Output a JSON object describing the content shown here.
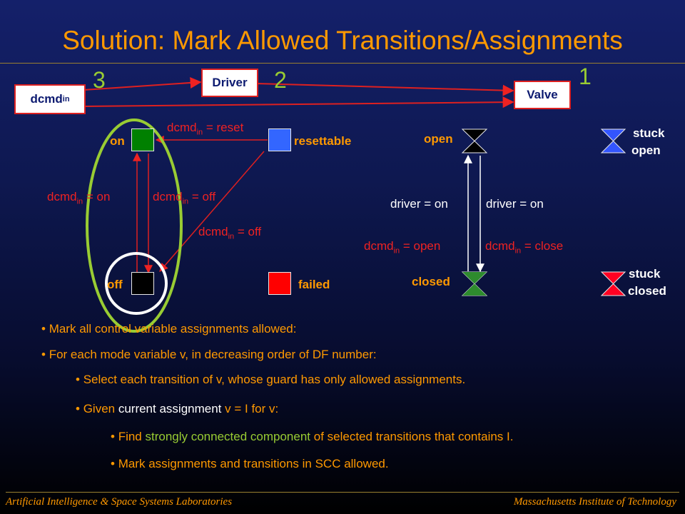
{
  "title": "Solution: Mark Allowed Transitions/Assignments",
  "components": {
    "dcmd": {
      "label": "dcmd",
      "sub": "in"
    },
    "driver": {
      "label": "Driver"
    },
    "valve": {
      "label": "Valve"
    }
  },
  "df_numbers": {
    "dcmd": "3",
    "driver": "2",
    "valve": "1"
  },
  "driver_modes": {
    "on": "on",
    "resettable": "resettable",
    "off": "off",
    "failed": "failed"
  },
  "driver_transitions": {
    "reset": {
      "var": "dcmd",
      "sub": "in",
      "rest": " = reset"
    },
    "to_on": {
      "var": "dcmd",
      "sub": "in",
      "rest": " = on"
    },
    "to_off": {
      "var": "dcmd",
      "sub": "in",
      "rest": " = off"
    },
    "resettable_off": {
      "var": "dcmd",
      "sub": "in",
      "rest": " = off"
    }
  },
  "valve_modes": {
    "open": "open",
    "closed": "closed",
    "stuck_open_1": "stuck",
    "stuck_open_2": "open",
    "stuck_closed_1": "stuck",
    "stuck_closed_2": "closed"
  },
  "valve_transitions": {
    "up_driver": "driver = on",
    "down_driver": "driver = on",
    "up_dcmd": {
      "var": "dcmd",
      "sub": "in",
      "rest": " = open"
    },
    "down_dcmd": {
      "var": "dcmd",
      "sub": "in",
      "rest": " = close"
    }
  },
  "bullets": {
    "b1": "Mark all control variable assignments allowed:",
    "b2": "For each mode variable v, in decreasing order of DF number:",
    "b3": "Select each transition of v, whose guard has only allowed assignments.",
    "b4": {
      "pre": "Given ",
      "hl": "current assignment",
      "post": " v = I for v:"
    },
    "b5": {
      "pre": "Find ",
      "hl": "strongly connected component",
      "post": " of selected transitions that contains I."
    },
    "b6": "Mark assignments and transitions in SCC allowed."
  },
  "footer": {
    "left": "Artificial Intelligence & Space Systems Laboratories",
    "right": "Massachusetts Institute of Technology"
  },
  "colors": {
    "accent": "#ff9900",
    "arrow": "#dd2020",
    "highlight_green": "#99cc33",
    "mode_on": "#008000",
    "mode_resettable": "#3366ff",
    "mode_off": "#000000",
    "mode_failed": "#ff0000",
    "valve_nominal": "#000000",
    "valve_stuck_open": "#3355ff",
    "valve_stuck_closed": "#ff0022"
  }
}
